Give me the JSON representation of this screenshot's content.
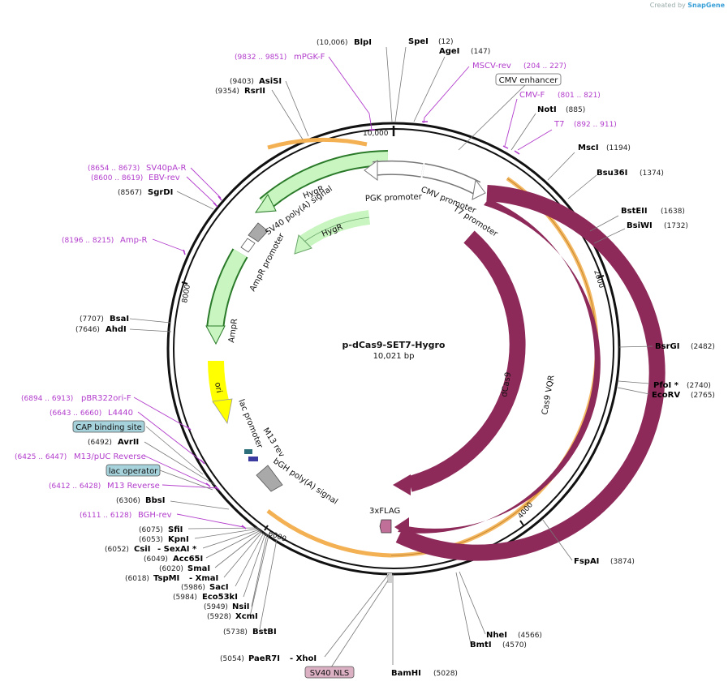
{
  "credit": {
    "prefix": "Created by",
    "brand": "SnapGene"
  },
  "plasmid": {
    "name": "p-dCas9-SET7-Hygro",
    "size": "10,021 bp"
  },
  "ticks": [
    "10,000",
    "2000",
    "4000",
    "6000",
    "8000"
  ],
  "sites": [
    {
      "name": "BlpI",
      "pos": "(10,006)"
    },
    {
      "name": "SpeI",
      "pos": "(12)"
    },
    {
      "name": "AgeI",
      "pos": "(147)"
    },
    {
      "name": "NotI",
      "pos": "(885)"
    },
    {
      "name": "MscI",
      "pos": "(1194)"
    },
    {
      "name": "Bsu36I",
      "pos": "(1374)"
    },
    {
      "name": "BstEII",
      "pos": "(1638)"
    },
    {
      "name": "BsiWI",
      "pos": "(1732)"
    },
    {
      "name": "BsrGI",
      "pos": "(2482)"
    },
    {
      "name": "PfoI *",
      "pos": "(2740)"
    },
    {
      "name": "EcoRV",
      "pos": "(2765)"
    },
    {
      "name": "FspAI",
      "pos": "(3874)"
    },
    {
      "name": "NheI",
      "pos": "(4566)"
    },
    {
      "name": "BmtI",
      "pos": "(4570)"
    },
    {
      "name": "BamHI",
      "pos": "(5028)"
    },
    {
      "name": "PaeR7I",
      "pos": "(5054)"
    },
    {
      "name": "- XhoI",
      "pos": ""
    },
    {
      "name": "BstBI",
      "pos": "(5738)"
    },
    {
      "name": "XcmI",
      "pos": "(5928)"
    },
    {
      "name": "NsiI",
      "pos": "(5949)"
    },
    {
      "name": "Eco53kI",
      "pos": "(5984)"
    },
    {
      "name": "SacI",
      "pos": "(5986)"
    },
    {
      "name": "TspMI",
      "pos": "(6018)"
    },
    {
      "name": "- XmaI",
      "pos": ""
    },
    {
      "name": "SmaI",
      "pos": "(6020)"
    },
    {
      "name": "Acc65I",
      "pos": "(6049)"
    },
    {
      "name": "CsiI",
      "pos": "(6052)"
    },
    {
      "name": "- SexAI *",
      "pos": ""
    },
    {
      "name": "KpnI",
      "pos": "(6053)"
    },
    {
      "name": "SfiI",
      "pos": "(6075)"
    },
    {
      "name": "BbsI",
      "pos": "(6306)"
    },
    {
      "name": "AvrII",
      "pos": "(6492)"
    },
    {
      "name": "AhdI",
      "pos": "(7646)"
    },
    {
      "name": "BsaI",
      "pos": "(7707)"
    },
    {
      "name": "SgrDI",
      "pos": "(8567)"
    },
    {
      "name": "RsrII",
      "pos": "(9354)"
    },
    {
      "name": "AsiSI",
      "pos": "(9403)"
    }
  ],
  "primers": [
    {
      "name": "mPGK-F",
      "pos": "(9832 .. 9851)"
    },
    {
      "name": "MSCV-rev",
      "pos": "(204 .. 227)"
    },
    {
      "name": "CMV-F",
      "pos": "(801 .. 821)"
    },
    {
      "name": "T7",
      "pos": "(892 .. 911)"
    },
    {
      "name": "SV40pA-R",
      "pos": "(8654 .. 8673)"
    },
    {
      "name": "EBV-rev",
      "pos": "(8600 .. 8619)"
    },
    {
      "name": "Amp-R",
      "pos": "(8196 .. 8215)"
    },
    {
      "name": "pBR322ori-F",
      "pos": "(6894 .. 6913)"
    },
    {
      "name": "L4440",
      "pos": "(6643 .. 6660)"
    },
    {
      "name": "M13/pUC Reverse",
      "pos": "(6425 .. 6447)"
    },
    {
      "name": "M13 Reverse",
      "pos": "(6412 .. 6428)"
    },
    {
      "name": "BGH-rev",
      "pos": "(6111 .. 6128)"
    }
  ],
  "boxes": [
    "CMV enhancer",
    "CAP binding site",
    "lac operator",
    "SV40 NLS"
  ],
  "features": [
    "HygR",
    "SV40 poly(A) signal",
    "PGK promoter",
    "CMV promoter",
    "T7 promoter",
    "HygR",
    "AmpR promoter",
    "AmpR",
    "ori",
    "lac promoter",
    "M13 rev",
    "bGH poly(A) signal",
    "3xFLAG",
    "dCas9",
    "Cas9 VQR"
  ],
  "colors": {
    "cas9": "#8e2a5a",
    "resistance": "#c8f5c0",
    "resistance_stroke": "#2a7a2a",
    "ori": "#ffff00",
    "promoter": "#ffffff",
    "polyA": "#a9a9a9",
    "cds_highlight": "#f3b153",
    "primer": "#b23ccc",
    "box_blue": "#a6d2dc",
    "box_pink": "#dbb0c2"
  }
}
